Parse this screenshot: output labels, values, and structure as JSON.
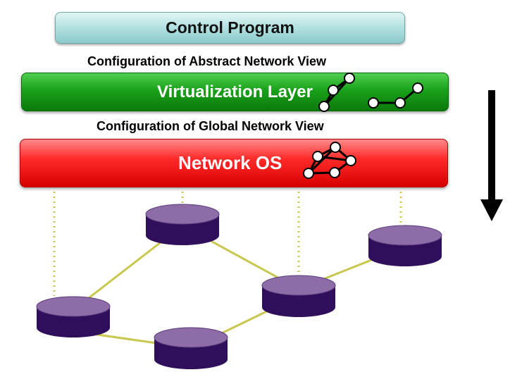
{
  "layers": {
    "control_program": "Control Program",
    "virtualization_layer": "Virtualization Layer",
    "network_os": "Network OS"
  },
  "captions": {
    "abstract_view": "Configuration of Abstract Network View",
    "global_view": "Configuration of Global Network View"
  },
  "colors": {
    "control_bar": "#b6e2e2",
    "virtualization_bar": "#1aa11a",
    "network_os_bar": "#ff2b2b",
    "switch_top": "#8e6ca8",
    "switch_body": "#2f0f5c",
    "link_line": "#c8c850",
    "probe_line": "#c8c850",
    "arrow": "#000000"
  },
  "icons": {
    "arrow": "down-arrow-icon",
    "switch": "network-switch-icon",
    "graph": "network-graph-icon"
  }
}
